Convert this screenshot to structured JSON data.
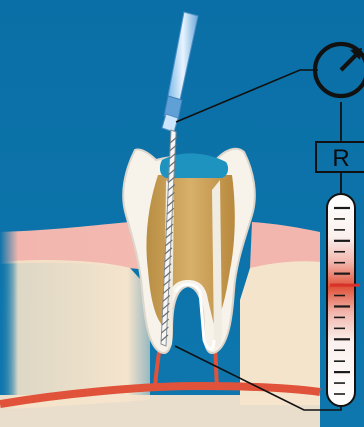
{
  "diagram": {
    "resistor_label": "R",
    "gauge_level_fraction": 0.43,
    "gauge_tick_count": 18
  },
  "colors": {
    "background": "#0b72a8",
    "line": "#111111",
    "gum": "#f2b6ae",
    "bone": "#f5e4cc",
    "vessel": "#e0533a",
    "enamel": "#f7f3ea",
    "dentin": "#d4aa63",
    "pulp_highlight": "#1f93bf",
    "gauge_marker": "#d9302a"
  },
  "icons": {
    "meter": "meter-dial-icon",
    "file": "endodontic-file-icon"
  }
}
